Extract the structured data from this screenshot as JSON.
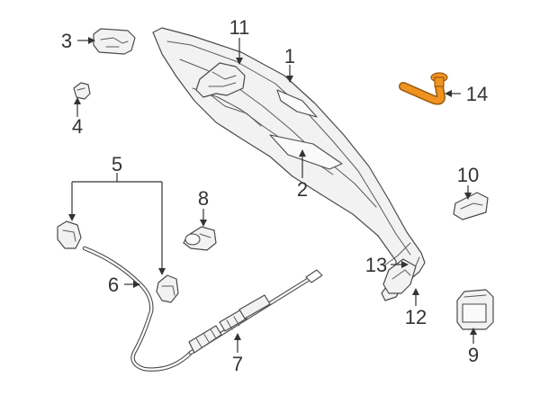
{
  "diagram": {
    "callouts": {
      "c1": "1",
      "c2": "2",
      "c3": "3",
      "c4": "4",
      "c5": "5",
      "c6": "6",
      "c7": "7",
      "c8": "8",
      "c9": "9",
      "c10": "10",
      "c11": "11",
      "c12": "12",
      "c13": "13",
      "c14": "14"
    },
    "colors": {
      "highlight_part": "#F0921E",
      "highlight_outline": "#9A5A10",
      "line": "#4A4A4A",
      "label": "#333333"
    }
  }
}
